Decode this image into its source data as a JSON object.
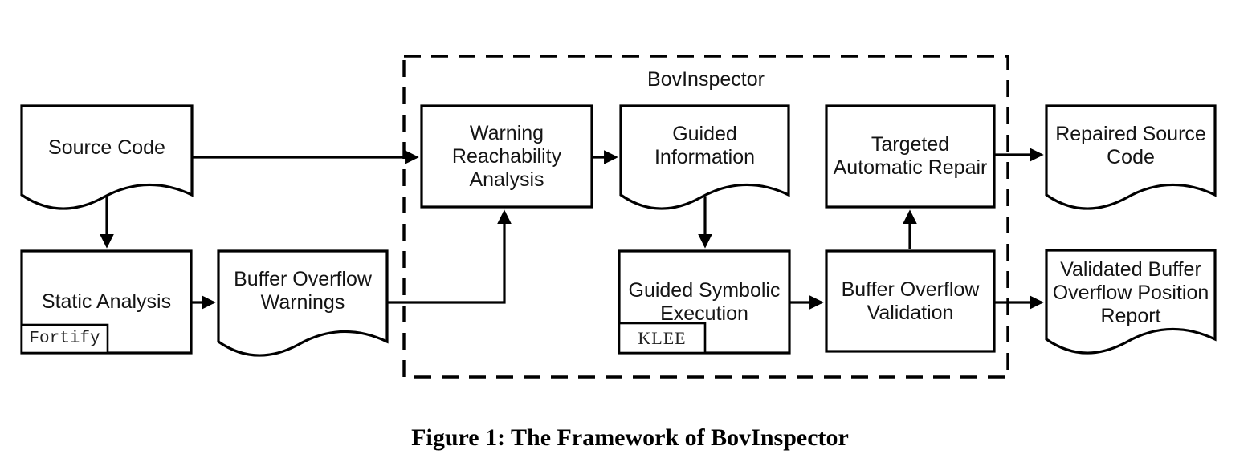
{
  "figure": {
    "caption": "Figure 1: The Framework of BovInspector",
    "container": {
      "label": "BovInspector"
    },
    "colors": {
      "stroke": "#000000",
      "fill": "#ffffff",
      "text": "#141414"
    },
    "nodes": {
      "source_code": {
        "type": "document",
        "label": "Source Code"
      },
      "static_analysis": {
        "type": "process",
        "label": "Static Analysis",
        "tool_badge": "Fortify"
      },
      "buffer_overflow_warnings": {
        "type": "document",
        "label": [
          "Buffer Overflow",
          "Warnings"
        ]
      },
      "warning_reachability_analysis": {
        "type": "process",
        "label": [
          "Warning",
          "Reachability",
          "Analysis"
        ]
      },
      "guided_information": {
        "type": "document",
        "label": [
          "Guided",
          "Information"
        ]
      },
      "guided_symbolic_execution": {
        "type": "process",
        "label": [
          "Guided Symbolic",
          "Execution"
        ],
        "tool_badge": "KLEE"
      },
      "buffer_overflow_validation": {
        "type": "process",
        "label": [
          "Buffer Overflow",
          "Validation"
        ]
      },
      "targeted_automatic_repair": {
        "type": "process",
        "label": [
          "Targeted",
          "Automatic Repair"
        ]
      },
      "repaired_source_code": {
        "type": "document",
        "label": [
          "Repaired Source",
          "Code"
        ]
      },
      "validated_buffer_overflow_position_report": {
        "type": "document",
        "label": [
          "Validated Buffer",
          "Overflow Position",
          "Report"
        ]
      }
    },
    "edges": [
      {
        "from": "source_code",
        "to": "warning_reachability_analysis"
      },
      {
        "from": "source_code",
        "to": "static_analysis"
      },
      {
        "from": "static_analysis",
        "to": "buffer_overflow_warnings"
      },
      {
        "from": "buffer_overflow_warnings",
        "to": "warning_reachability_analysis"
      },
      {
        "from": "warning_reachability_analysis",
        "to": "guided_information"
      },
      {
        "from": "guided_information",
        "to": "guided_symbolic_execution"
      },
      {
        "from": "guided_symbolic_execution",
        "to": "buffer_overflow_validation"
      },
      {
        "from": "buffer_overflow_validation",
        "to": "targeted_automatic_repair"
      },
      {
        "from": "targeted_automatic_repair",
        "to": "repaired_source_code"
      },
      {
        "from": "buffer_overflow_validation",
        "to": "validated_buffer_overflow_position_report"
      }
    ]
  }
}
